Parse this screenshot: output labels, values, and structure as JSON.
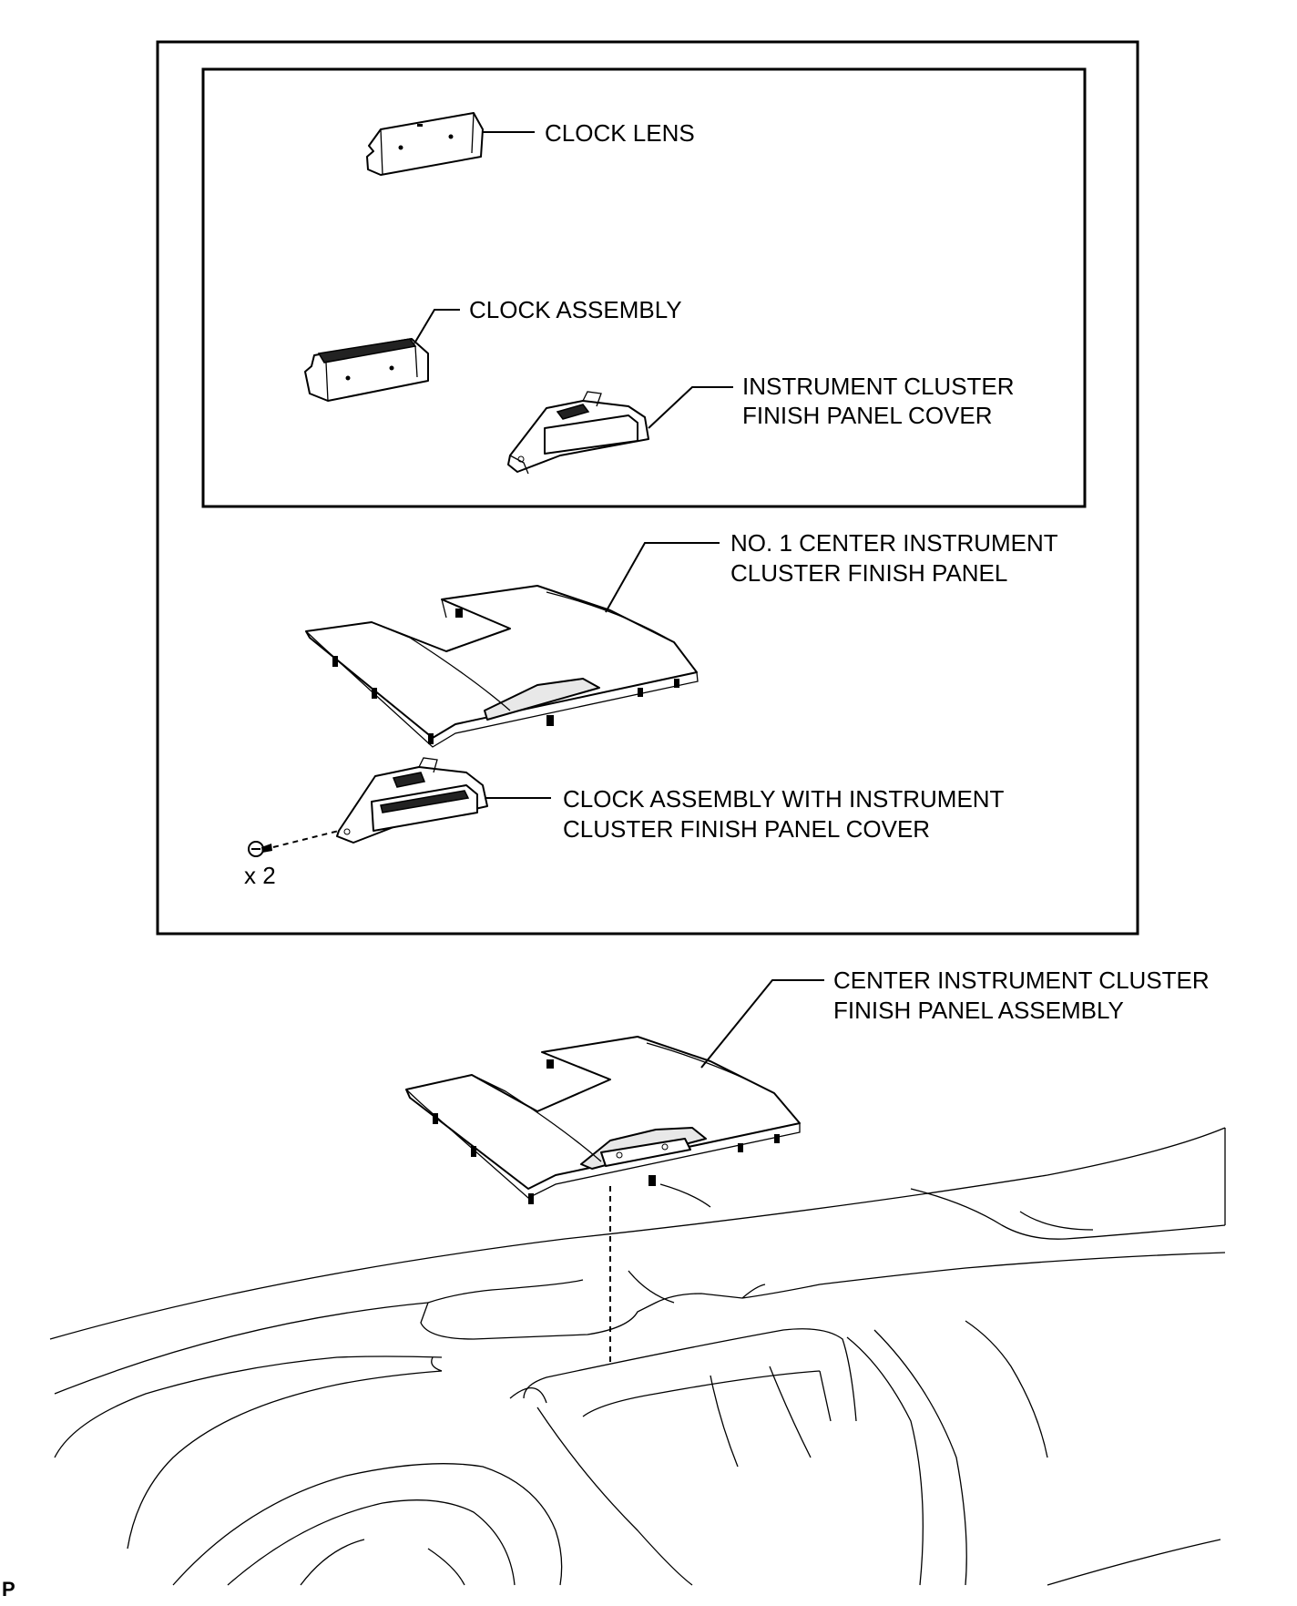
{
  "labels": {
    "clock_lens": "CLOCK LENS",
    "clock_assembly": "CLOCK ASSEMBLY",
    "finish_panel_cover_line1": "INSTRUMENT CLUSTER",
    "finish_panel_cover_line2": "FINISH PANEL COVER",
    "no1_panel_line1": "NO. 1 CENTER INSTRUMENT",
    "no1_panel_line2": "CLUSTER FINISH PANEL",
    "clock_with_cover_line1": "CLOCK ASSEMBLY WITH INSTRUMENT",
    "clock_with_cover_line2": "CLUSTER FINISH PANEL COVER",
    "screw_qty": "x 2",
    "panel_assembly_line1": "CENTER INSTRUMENT CLUSTER",
    "panel_assembly_line2": "FINISH PANEL ASSEMBLY",
    "corner_code": "P"
  },
  "icons": [
    "clock-lens-icon",
    "clock-assembly-icon",
    "finish-panel-cover-icon",
    "center-finish-panel-icon",
    "screw-icon",
    "dashboard-icon"
  ]
}
